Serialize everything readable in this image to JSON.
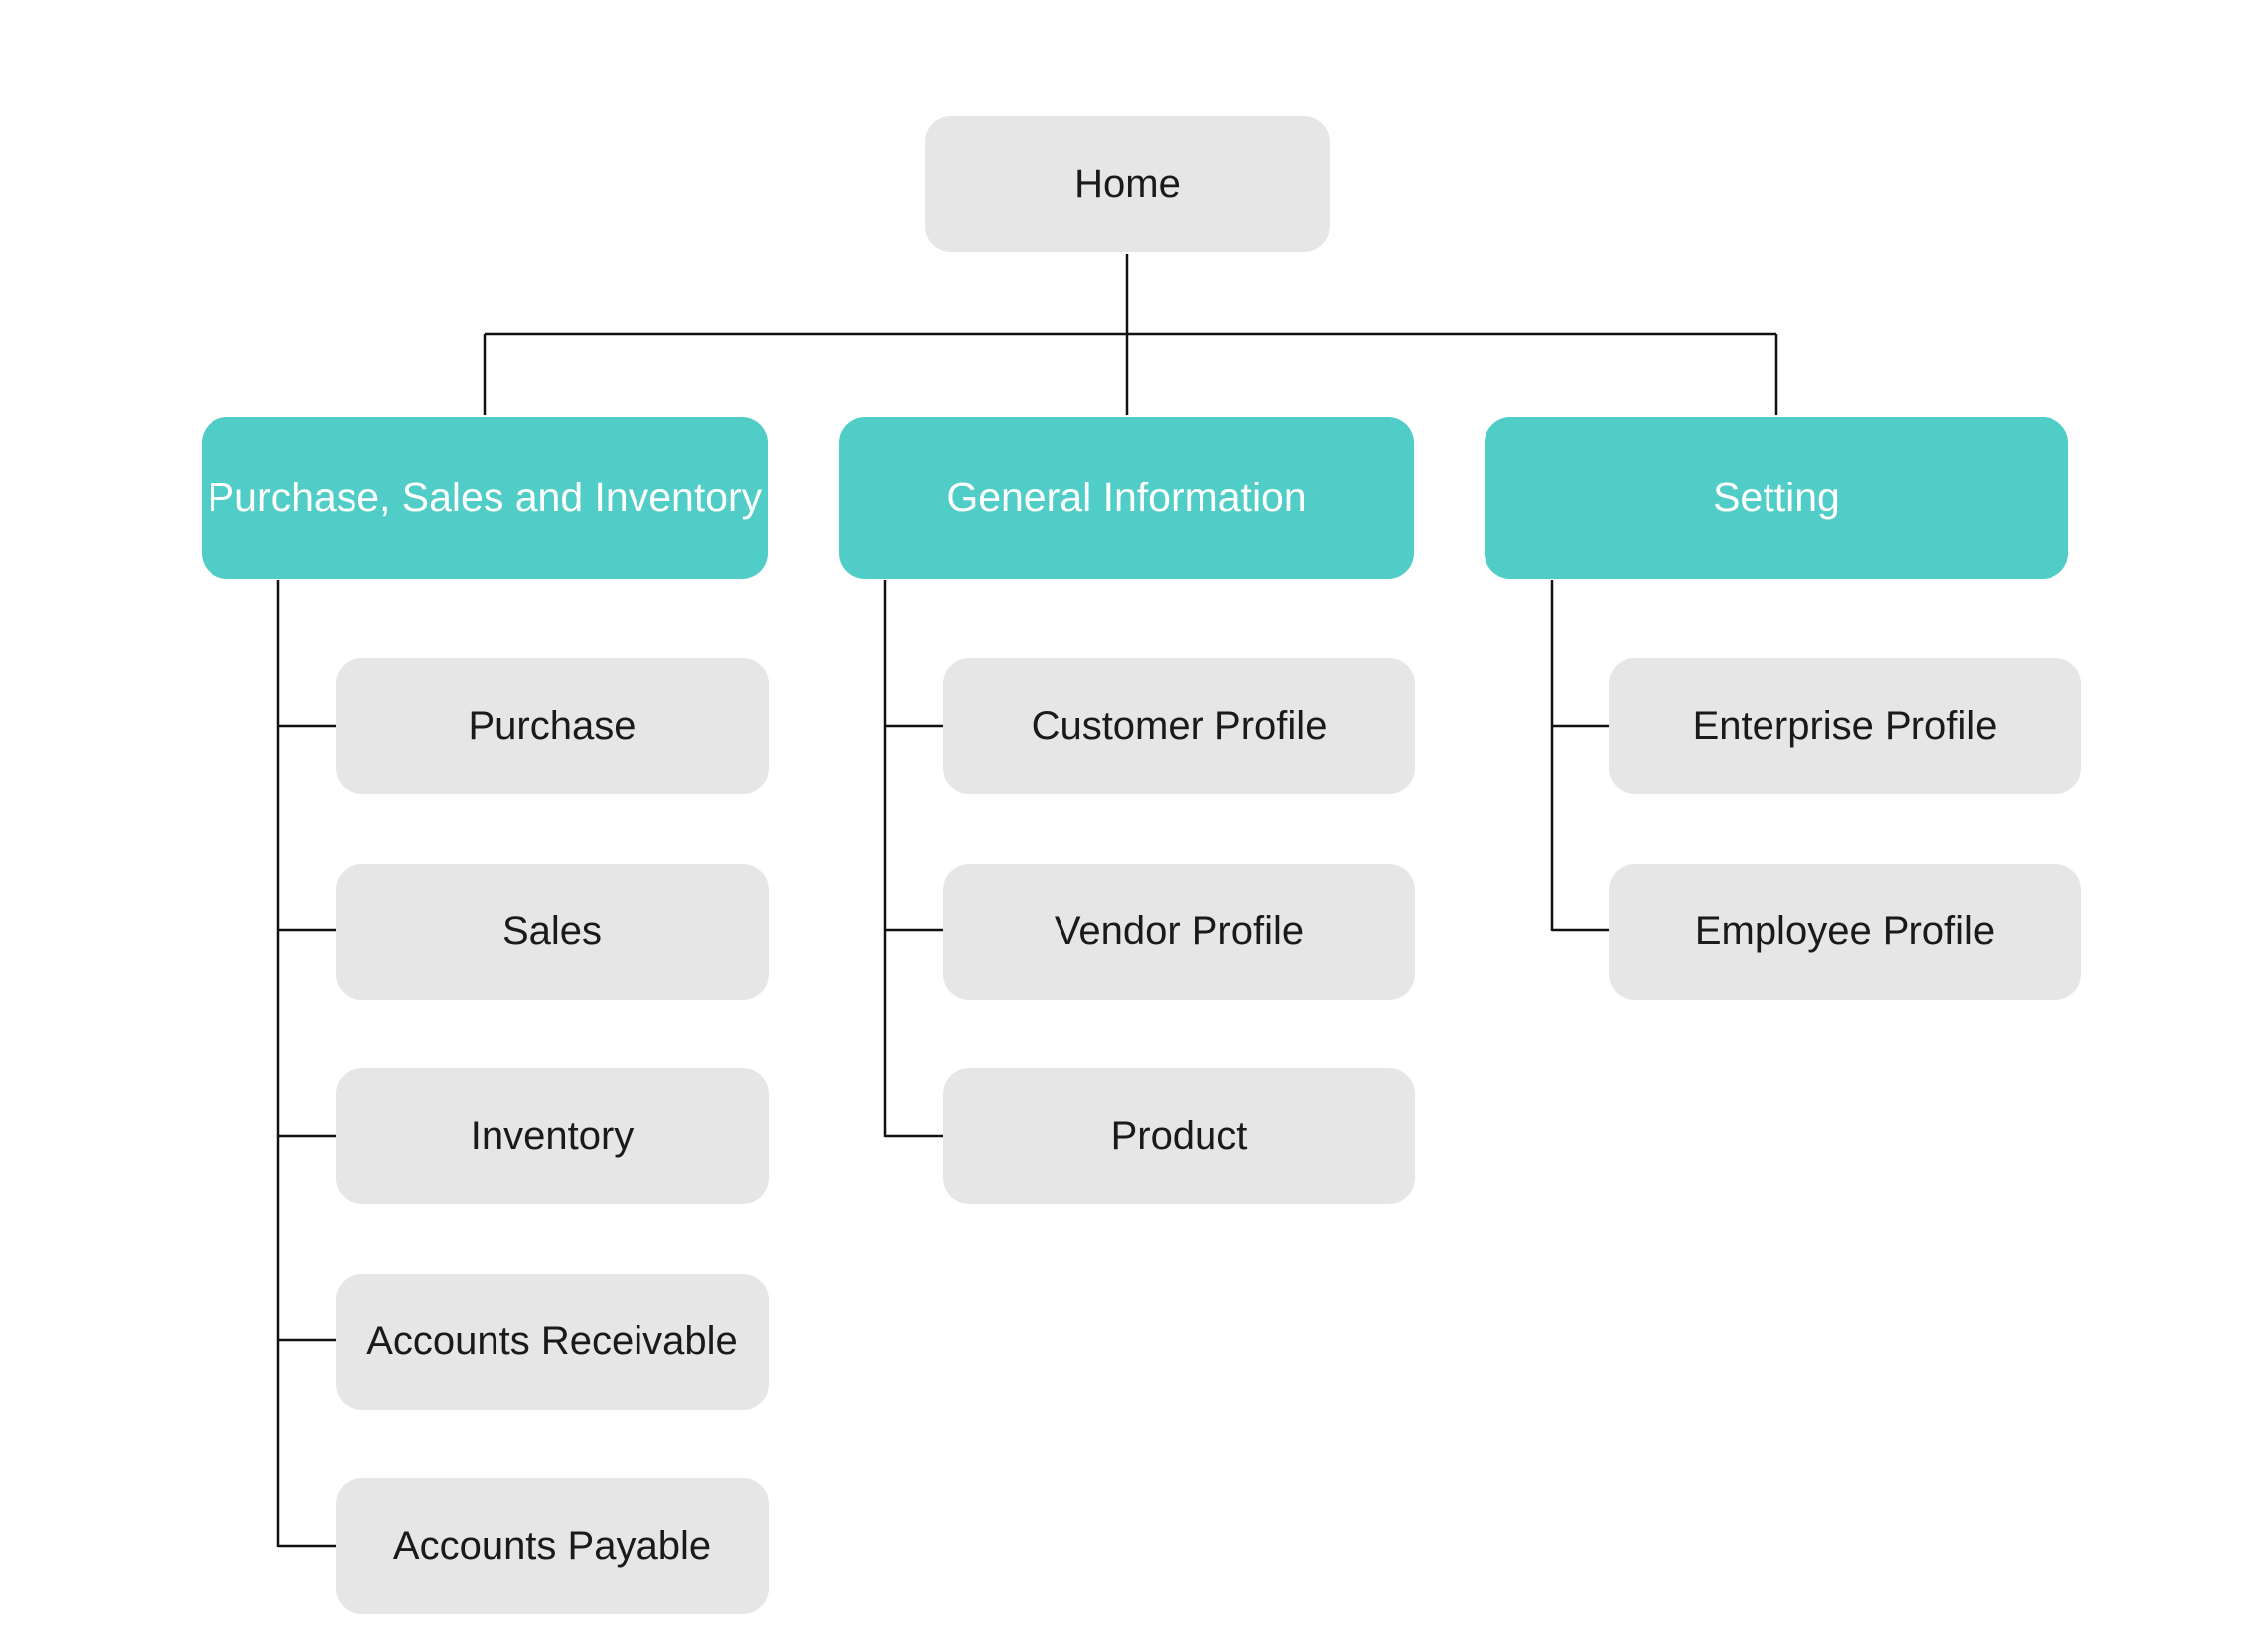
{
  "diagram": {
    "root": {
      "label": "Home"
    },
    "categories": [
      {
        "label": "Purchase, Sales and Inventory",
        "items": [
          "Purchase",
          "Sales",
          "Inventory",
          "Accounts Receivable",
          "Accounts Payable"
        ]
      },
      {
        "label": "General Information",
        "items": [
          "Customer Profile",
          "Vendor Profile",
          "Product"
        ]
      },
      {
        "label": "Setting",
        "items": [
          "Enterprise Profile",
          "Employee Profile"
        ]
      }
    ],
    "colors": {
      "category_fill": "#4fcdc6",
      "category_text": "#ffffff",
      "item_fill": "#e6e6e6",
      "item_text": "#1a1a1a",
      "connector": "#111111"
    }
  }
}
